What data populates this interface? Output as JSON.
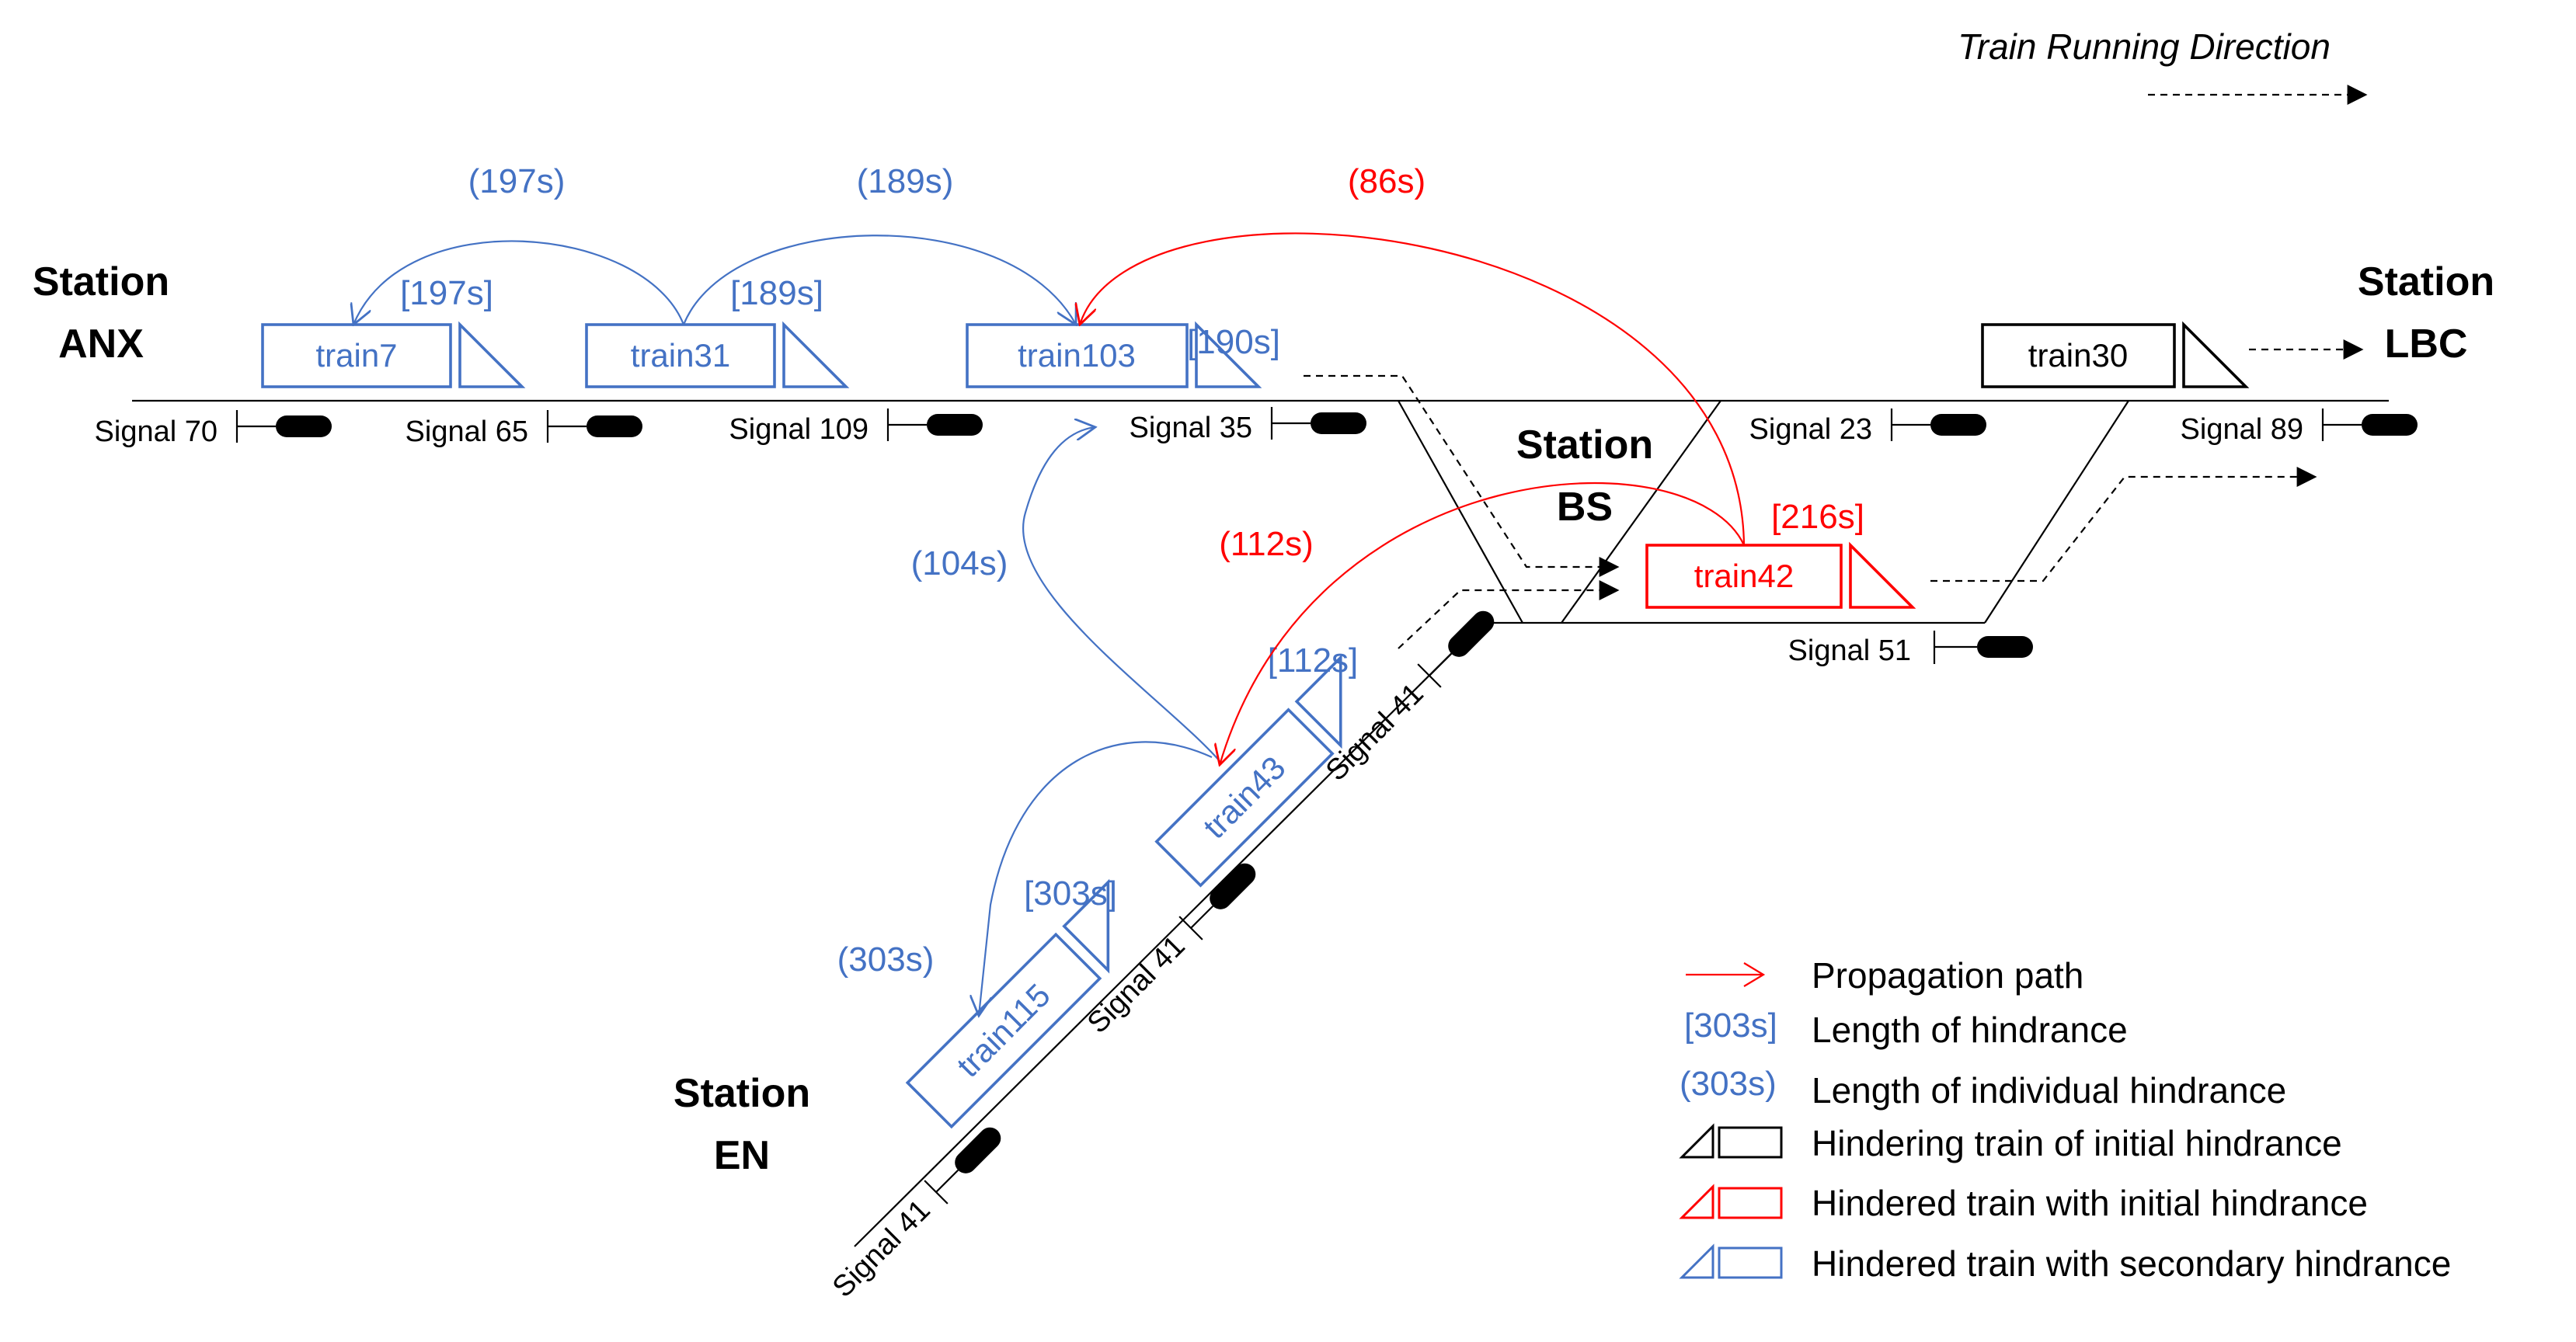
{
  "direction_label": "Train Running Direction",
  "colors": {
    "blue": "#4472C4",
    "red": "#FF0000",
    "black": "#000000"
  },
  "stations": {
    "anx": [
      "Station",
      "ANX"
    ],
    "lbc": [
      "Station",
      "LBC"
    ],
    "bs": [
      "Station",
      "BS"
    ],
    "en": [
      "Station",
      "EN"
    ]
  },
  "signals": {
    "s70": "Signal 70",
    "s65": "Signal 65",
    "s109": "Signal 109",
    "s35": "Signal 35",
    "s23": "Signal 23",
    "s89": "Signal 89",
    "s51": "Signal 51",
    "s41": "Signal 41"
  },
  "trains": {
    "t7": "train7",
    "t31": "train31",
    "t103": "train103",
    "t30": "train30",
    "t42": "train42",
    "t43": "train43",
    "t115": "train115"
  },
  "hindrance": {
    "t7": "[197s]",
    "t31": "[189s]",
    "t103": "[190s]",
    "t42": "[216s]",
    "t43": "[112s]",
    "t115": "[303s]"
  },
  "individual": {
    "a": "(197s)",
    "b": "(189s)",
    "c": "(86s)",
    "d": "(104s)",
    "e": "(112s)",
    "f": "(303s)"
  },
  "legend": {
    "propagation": "Propagation path",
    "bracket_sample": "[303s]",
    "bracket": "Length of hindrance",
    "paren_sample": "(303s)",
    "paren": "Length of individual hindrance",
    "hindering": "Hindering train of initial hindrance",
    "initial": "Hindered train with initial hindrance",
    "secondary": "Hindered train with secondary hindrance"
  }
}
